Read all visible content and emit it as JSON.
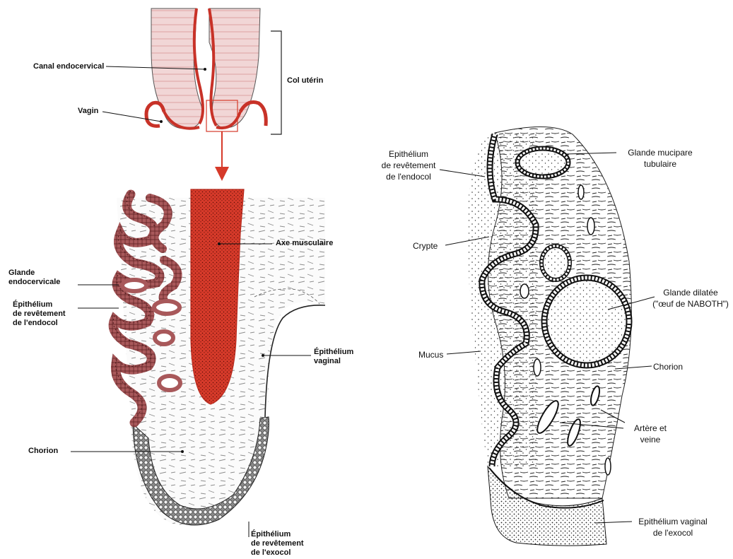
{
  "left_figure": {
    "labels": {
      "canal": "Canal endocervical",
      "col": "Col utérin",
      "vagin": "Vagin",
      "axe": "Axe musculaire",
      "glande": "Glande\nendocervicale",
      "epi_endo": "Épithélium\nde revêtement\nde l'endocol",
      "epi_vag": "Épithélium\nvaginal",
      "chorion": "Chorion",
      "epi_exo": "Épithélium\nde revêtement\nde l'exocol"
    }
  },
  "right_figure": {
    "labels": {
      "epi_endo": "Epithélium\nde revêtement\nde l'endocol",
      "glande_mucipare": "Glande mucipare\ntubulaire",
      "crypte": "Crypte",
      "glande_dilatee": "Glande dilatée\n(\"œuf de NABOTH\")",
      "mucus": "Mucus",
      "chorion": "Chorion",
      "artere": "Artère et\nveine",
      "epi_vag": "Epithélium vaginal\nde l'exocol"
    }
  },
  "colors": {
    "red": "#d63a2a",
    "gland_fill": "#a8585a",
    "ink": "#111111"
  }
}
